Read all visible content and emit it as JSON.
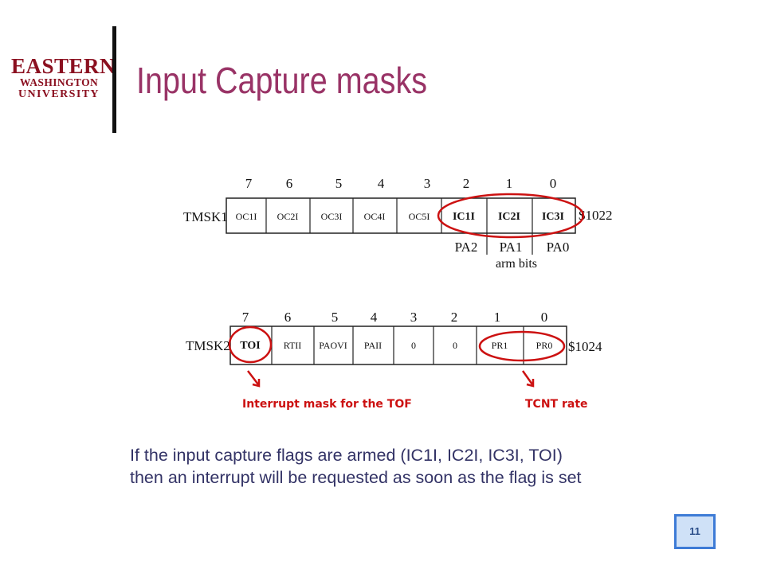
{
  "logo": {
    "line1": "EASTERN",
    "line2": "WASHINGTON",
    "line3": "UNIVERSITY"
  },
  "title": "Input Capture masks",
  "tmsk1": {
    "label": "TMSK1",
    "address": "$1022",
    "bit_numbers": [
      "7",
      "6",
      "5",
      "4",
      "3",
      "2",
      "1",
      "0"
    ],
    "cells": [
      "OC1I",
      "OC2I",
      "OC3I",
      "OC4I",
      "OC5I",
      "IC1I",
      "IC2I",
      "IC3I"
    ],
    "pin_labels": [
      "PA2",
      "PA1",
      "PA0"
    ],
    "arm_label": "arm bits"
  },
  "tmsk2": {
    "label": "TMSK2",
    "address": "$1024",
    "bit_numbers": [
      "7",
      "6",
      "5",
      "4",
      "3",
      "2",
      "1",
      "0"
    ],
    "cells": [
      "TOI",
      "RTII",
      "PAOVI",
      "PAII",
      "0",
      "0",
      "PR1",
      "PR0"
    ]
  },
  "annotations": {
    "tof_note": "Interrupt mask for the TOF",
    "rate_note": "TCNT rate",
    "highlight_color": "#cc1111"
  },
  "body": {
    "line1": "If the input capture flags are armed (IC1I, IC2I, IC3I, TOI)",
    "line2": "then an interrupt will be requested as soon as the flag is set"
  },
  "page_number": "11"
}
